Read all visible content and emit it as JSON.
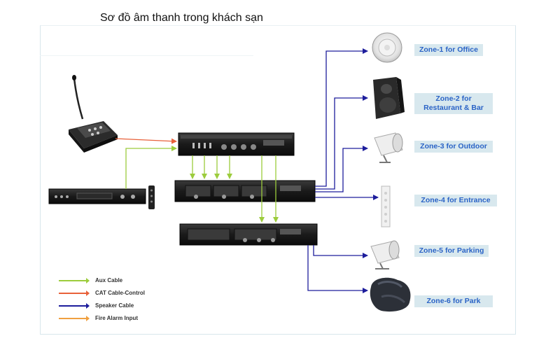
{
  "title": "Sơ đồ âm thanh trong khách sạn",
  "colors": {
    "aux": "#9ccc3c",
    "cat": "#e8613a",
    "speaker": "#1d1d9c",
    "fire": "#f0a040",
    "label_bg": "#d8e8ee",
    "label_text": "#2a63c6"
  },
  "zones": [
    {
      "label": "Zone-1 for Office",
      "speaker": "ceiling-speaker"
    },
    {
      "label": "Zone-2 for Restaurant & Bar",
      "speaker": "box-speaker"
    },
    {
      "label": "Zone-3 for Outdoor",
      "speaker": "horn-speaker"
    },
    {
      "label": "Zone-4 for Entrance",
      "speaker": "column-speaker"
    },
    {
      "label": "Zone-5 for Parking",
      "speaker": "horn-speaker"
    },
    {
      "label": "Zone-6 for Park",
      "speaker": "rock-speaker"
    }
  ],
  "legend": [
    {
      "label": "Aux Cable",
      "color": "#9ccc3c"
    },
    {
      "label": "CAT Cable-Control",
      "color": "#e8613a"
    },
    {
      "label": "Speaker Cable",
      "color": "#1d1d9c"
    },
    {
      "label": "Fire Alarm Input",
      "color": "#f0a040"
    }
  ]
}
